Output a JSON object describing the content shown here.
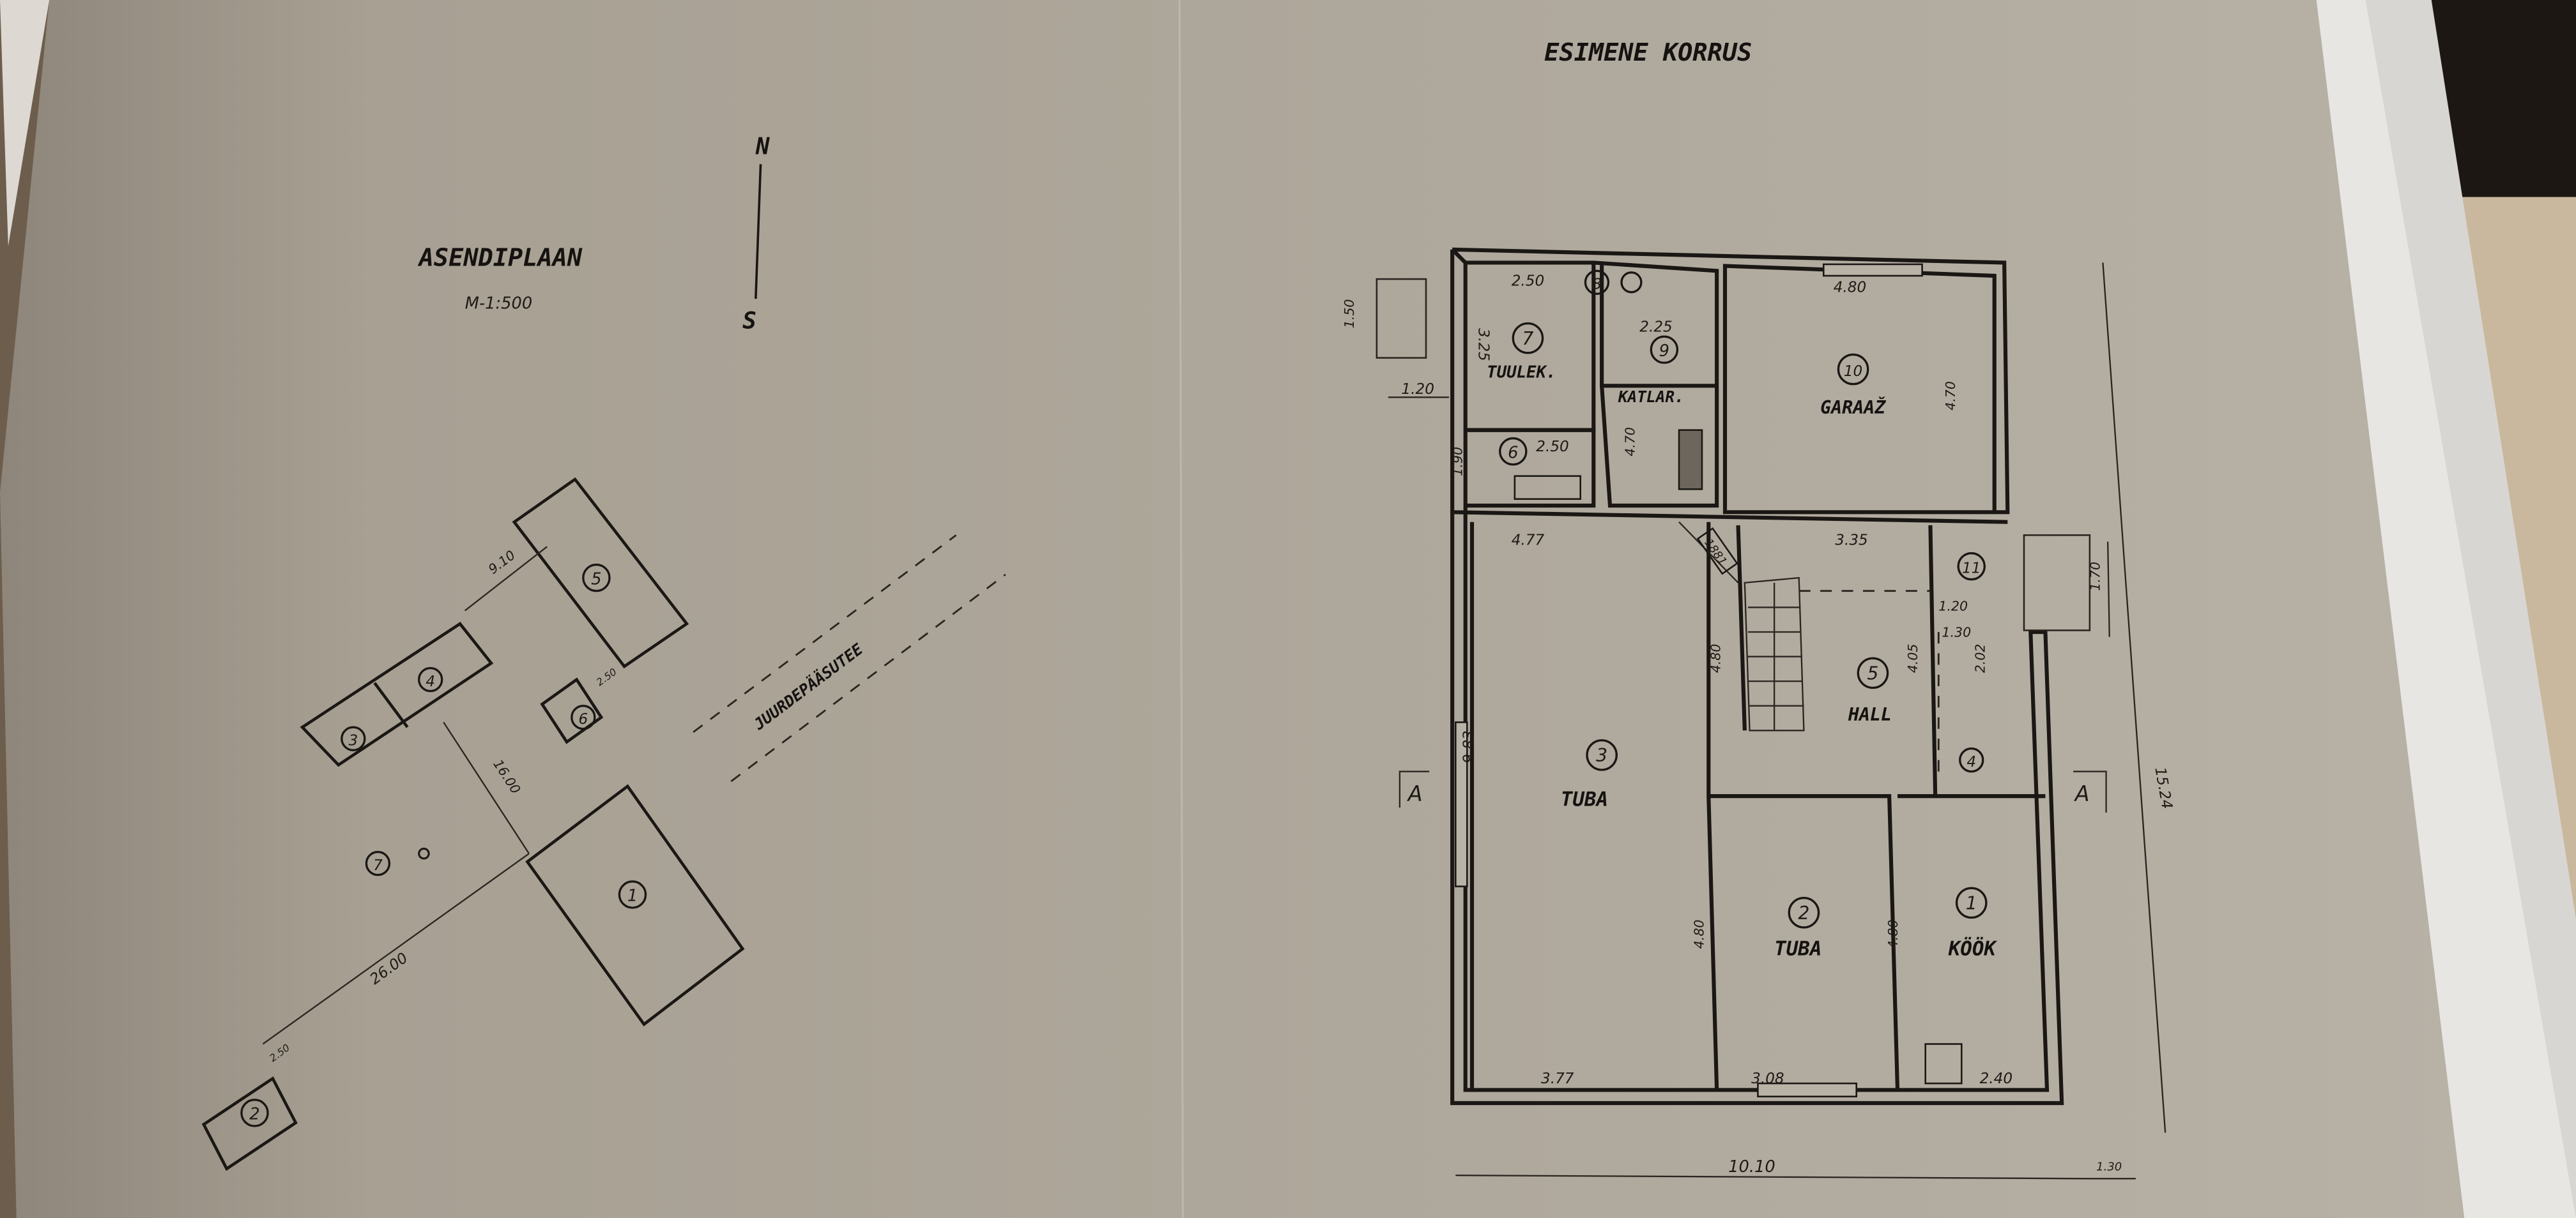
{
  "site_plan": {
    "title": "ASENDIPLAAN",
    "scale": "M-1:500",
    "north": "N",
    "south": "S",
    "road_label": "JUURDEPÄÄSUTEE",
    "buildings": [
      "1",
      "2",
      "3",
      "4",
      "5",
      "6"
    ],
    "well_marker": "7",
    "dimensions": {
      "d1": "9.10",
      "d2": "16.00",
      "d3": "26.00",
      "d4": "2.50",
      "d5": "2.50"
    }
  },
  "floor_plan": {
    "title": "ESIMENE KORRUS",
    "rooms": {
      "r1": {
        "num": "1",
        "name": "KÖÖK"
      },
      "r2": {
        "num": "2",
        "name": "TUBA"
      },
      "r3": {
        "num": "3",
        "name": "TUBA"
      },
      "r4": {
        "num": "4"
      },
      "r5": {
        "num": "5",
        "name": "HALL"
      },
      "r6": {
        "num": "6"
      },
      "r7": {
        "num": "7",
        "name": "TUULEK."
      },
      "r8": {
        "num": "8"
      },
      "r9": {
        "num": "9",
        "name": "KATLAR."
      },
      "r10": {
        "num": "10",
        "name": "GARAAŽ"
      },
      "r11": {
        "num": "11"
      }
    },
    "dimensions": {
      "tuulek_w": "2.50",
      "tuulek_h": "3.25",
      "porch_w": "1.20",
      "porch_h": "1.50",
      "katlar_w": "2.25",
      "katlar_h": "4.70",
      "garage_w": "4.80",
      "garage_h": "4.70",
      "bath_w": "2.50",
      "bath_h": "1.90",
      "tuba3_top": "4.77",
      "tuba3_bottom": "3.77",
      "tuba3_h": "9.83",
      "chimney": "1881",
      "hall_w": "3.35",
      "hall_h": "4.80",
      "hall_sub": "4.05",
      "entry_w": "1.20",
      "entry2_w": "1.30",
      "entry_h": "2.02",
      "steps": "1.70",
      "tuba2_w": "3.08",
      "tuba2_h": "4.80",
      "kook_w": "2.40",
      "kook_h": "4.80",
      "total_w": "10.10",
      "ext_w": "1.30",
      "total_h": "15.24"
    },
    "section_mark": "A"
  }
}
